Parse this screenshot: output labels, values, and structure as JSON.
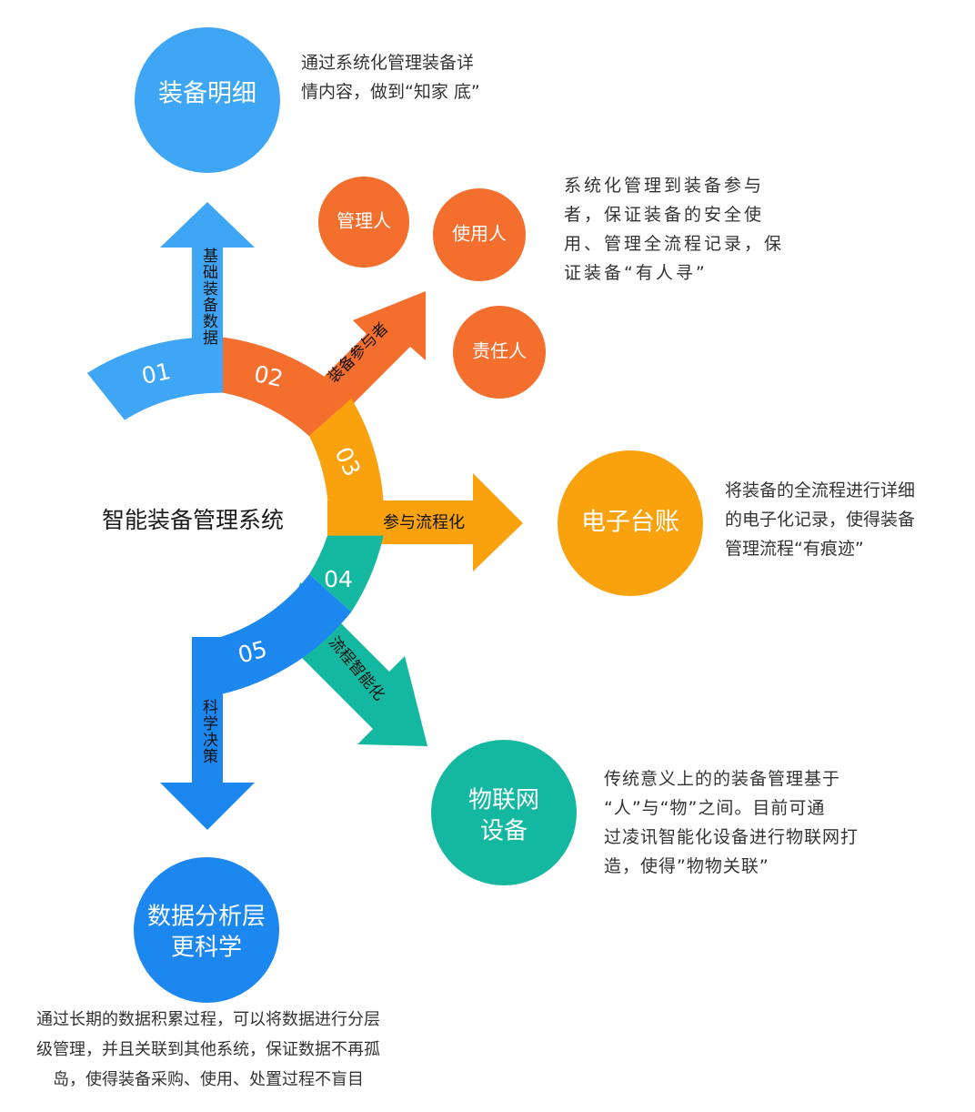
{
  "center": {
    "title": "智能装备管理系统"
  },
  "segments": [
    {
      "num": "01",
      "color": "#3ea6f5"
    },
    {
      "num": "02",
      "color": "#f46f2e"
    },
    {
      "num": "03",
      "color": "#f9a20d"
    },
    {
      "num": "04",
      "color": "#14b8a0"
    },
    {
      "num": "05",
      "color": "#1b87ef"
    }
  ],
  "arrows": {
    "a1": {
      "label": "基础装备数据"
    },
    "a2": {
      "label": "装备参与者"
    },
    "a3": {
      "label": "参与流程化"
    },
    "a4": {
      "label": "流程智能化"
    },
    "a5": {
      "label": "科学决策"
    }
  },
  "nodes": {
    "zbmx": {
      "label": "装备明细"
    },
    "gly": {
      "label": "管理人"
    },
    "syr": {
      "label": "使用人"
    },
    "zrr": {
      "label": "责任人"
    },
    "dztz": {
      "label": "电子台账"
    },
    "wlw": {
      "line1": "物联网",
      "line2": "设备"
    },
    "sjfx": {
      "line1": "数据分析层",
      "line2": "更科学"
    }
  },
  "descriptions": {
    "d1": {
      "line1": "通过系统化管理装备详",
      "line2": "情内容，做到“知家 底”"
    },
    "d2": {
      "line1": "系统化管理到装备参与",
      "line2": "者，保证装备的安全使",
      "line3": "用、管理全流程记录，保",
      "line4": "证装备“有人寻”"
    },
    "d3": {
      "line1": "将装备的全流程进行详细",
      "line2": "的电子化记录，使得装备",
      "line3": "管理流程“有痕迹”"
    },
    "d4": {
      "line1": "传统意义上的的装备管理基于",
      "line2": "“人”与“物”之间。目前可通",
      "line3": "过凌讯智能化设备进行物联网打",
      "line4": "造，使得”物物关联”"
    },
    "d5": {
      "line1": "通过长期的数据积累过程，可以将数据进行分层",
      "line2": "级管理，并且关联到其他系统，保证数据不再孤",
      "line3": "岛，使得装备采购、使用、处置过程不盲目"
    }
  }
}
